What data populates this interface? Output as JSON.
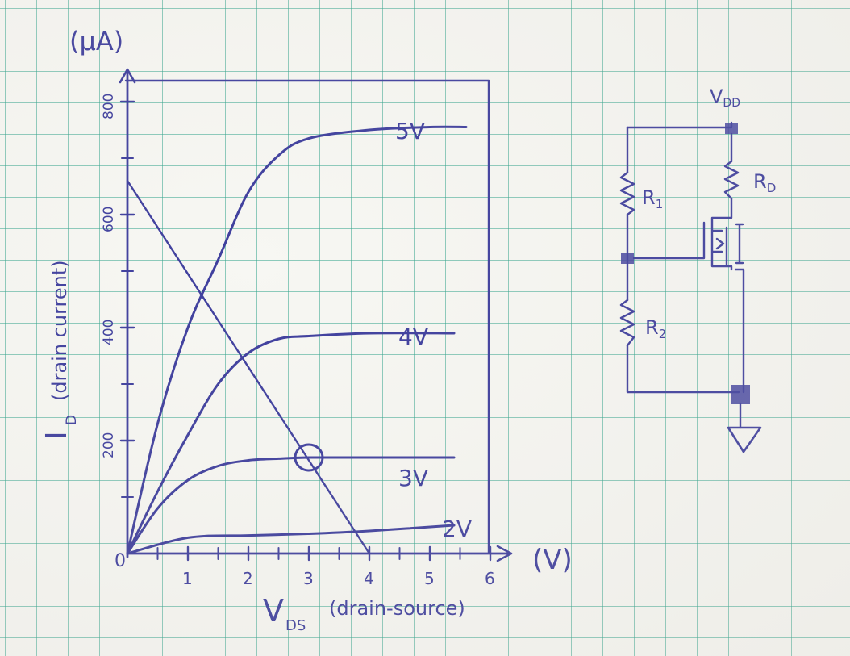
{
  "colors": {
    "ink": "#3f3f9e",
    "grid": "#34a58c",
    "paper": "#f7f7f3"
  },
  "chart_data": {
    "type": "line",
    "title": "",
    "xlabel": "Vds (drain-source)",
    "xlabel_main": "V",
    "xlabel_sub": "DS",
    "xlabel_note": "(drain-source)",
    "x_unit": "(V)",
    "ylabel": "ID (drain current)",
    "ylabel_main": "I",
    "ylabel_sub": "D",
    "ylabel_note": "(drain current)",
    "y_unit": "(μA)",
    "origin_label": "0",
    "xlim": [
      0,
      6
    ],
    "ylim": [
      0,
      800
    ],
    "x_ticks": [
      1,
      2,
      3,
      4,
      5,
      6
    ],
    "x_tick_labels": [
      "1",
      "2",
      "3",
      "4",
      "5",
      "6"
    ],
    "y_ticks": [
      200,
      400,
      600,
      800
    ],
    "y_tick_labels": [
      "200",
      "400",
      "600",
      "800"
    ],
    "series": [
      {
        "name": "5V",
        "x": [
          0,
          0.5,
          1.0,
          1.5,
          2.0,
          2.5,
          3.0,
          4.0,
          5.0,
          5.6
        ],
        "y": [
          0,
          230,
          400,
          520,
          640,
          705,
          735,
          750,
          755,
          755
        ]
      },
      {
        "name": "4V",
        "x": [
          0,
          0.5,
          1.0,
          1.5,
          2.0,
          2.5,
          3.0,
          4.0,
          5.4
        ],
        "y": [
          0,
          110,
          210,
          300,
          355,
          380,
          385,
          390,
          390
        ]
      },
      {
        "name": "3V",
        "x": [
          0,
          0.5,
          1.0,
          1.5,
          2.0,
          2.5,
          3.0,
          4.0,
          5.4
        ],
        "y": [
          0,
          80,
          130,
          155,
          165,
          168,
          170,
          170,
          170
        ]
      },
      {
        "name": "2V",
        "x": [
          0,
          1.0,
          2.0,
          3.0,
          4.0,
          5.4
        ],
        "y": [
          0,
          28,
          32,
          35,
          40,
          50
        ]
      }
    ],
    "load_line": {
      "x": [
        0,
        4
      ],
      "y": [
        660,
        0
      ]
    },
    "operating_point": {
      "x": 3,
      "y": 170
    }
  },
  "circuit": {
    "vdd": {
      "main": "V",
      "sub": "DD"
    },
    "rd": {
      "main": "R",
      "sub": "D"
    },
    "r1": {
      "main": "R",
      "sub": "1"
    },
    "r2": {
      "main": "R",
      "sub": "2"
    }
  }
}
